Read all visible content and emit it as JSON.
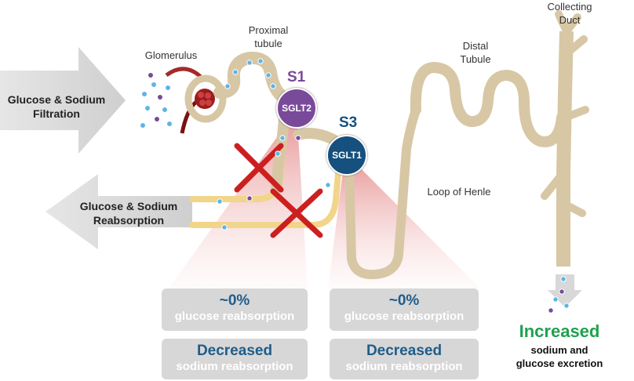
{
  "colors": {
    "accent_blue": "#1f5d8a",
    "sglt2_purple": "#7a4a9a",
    "sglt1_blue": "#15507e",
    "increased_green": "#1fa150",
    "cross_red": "#cc1f1f",
    "tubule_tan": "#d8c7a5",
    "reabsorb_yellow": "#f1d58a",
    "box_gray": "#d7d7d7"
  },
  "labels": {
    "glomerulus": "Glomerulus",
    "proximal_tubule": "Proximal\ntubule",
    "distal_tubule": "Distal\nTubule",
    "collecting_duct": "Collecting\nDuct",
    "loop_of_henle": "Loop of Henle"
  },
  "arrows": {
    "filtration": "Glucose & Sodium\nFiltration",
    "reabsorption": "Glucose & Sodium\nReabsorption"
  },
  "segments": {
    "s1": "S1",
    "s3": "S3"
  },
  "transporters": {
    "sglt2": "SGLT2",
    "sglt1": "SGLT1"
  },
  "boxes": {
    "left_top": {
      "big": "~0%",
      "small": "glucose reabsorption"
    },
    "left_bottom": {
      "big": "Decreased",
      "small": "sodium reabsorption"
    },
    "right_top": {
      "big": "~0%",
      "small": "glucose reabsorption"
    },
    "right_bottom": {
      "big": "Decreased",
      "small": "sodium reabsorption"
    }
  },
  "outcome": {
    "title": "Increased",
    "subtitle": "sodium and\nglucose excretion"
  }
}
